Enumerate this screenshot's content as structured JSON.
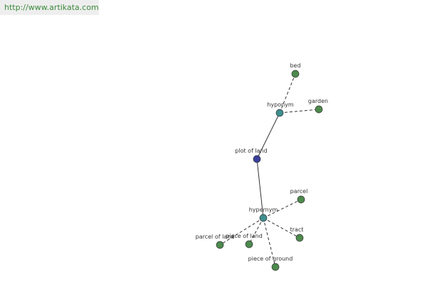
{
  "site_url": "http://www.artikata.com",
  "graph": {
    "colors": {
      "center": "#3b3f9c",
      "relation": "#3e8f8f",
      "leaf": "#4d8a4d"
    },
    "nodes": [
      {
        "id": "n_center",
        "label": "plot of land",
        "kind": "center"
      },
      {
        "id": "n_hyponym",
        "label": "hyponym",
        "kind": "relation"
      },
      {
        "id": "n_hypernym",
        "label": "hypernym",
        "kind": "relation"
      },
      {
        "id": "n_bed",
        "label": "bed",
        "kind": "leaf"
      },
      {
        "id": "n_garden",
        "label": "garden",
        "kind": "leaf"
      },
      {
        "id": "n_parcel",
        "label": "parcel",
        "kind": "leaf"
      },
      {
        "id": "n_tract",
        "label": "tract",
        "kind": "leaf"
      },
      {
        "id": "n_parcel_of_land",
        "label": "parcel of land",
        "kind": "leaf"
      },
      {
        "id": "n_piece_of_land",
        "label": "piece of land",
        "kind": "leaf"
      },
      {
        "id": "n_piece_of_ground",
        "label": "piece of ground",
        "kind": "leaf"
      }
    ],
    "edges": [
      {
        "from": "n_center",
        "to": "n_hyponym",
        "style": "solid"
      },
      {
        "from": "n_center",
        "to": "n_hypernym",
        "style": "solid"
      },
      {
        "from": "n_hyponym",
        "to": "n_bed",
        "style": "dashed"
      },
      {
        "from": "n_hyponym",
        "to": "n_garden",
        "style": "dashed"
      },
      {
        "from": "n_hypernym",
        "to": "n_parcel",
        "style": "dashed"
      },
      {
        "from": "n_hypernym",
        "to": "n_tract",
        "style": "dashed"
      },
      {
        "from": "n_hypernym",
        "to": "n_parcel_of_land",
        "style": "dashed"
      },
      {
        "from": "n_hypernym",
        "to": "n_piece_of_land",
        "style": "dashed"
      },
      {
        "from": "n_hypernym",
        "to": "n_piece_of_ground",
        "style": "dashed"
      }
    ]
  }
}
